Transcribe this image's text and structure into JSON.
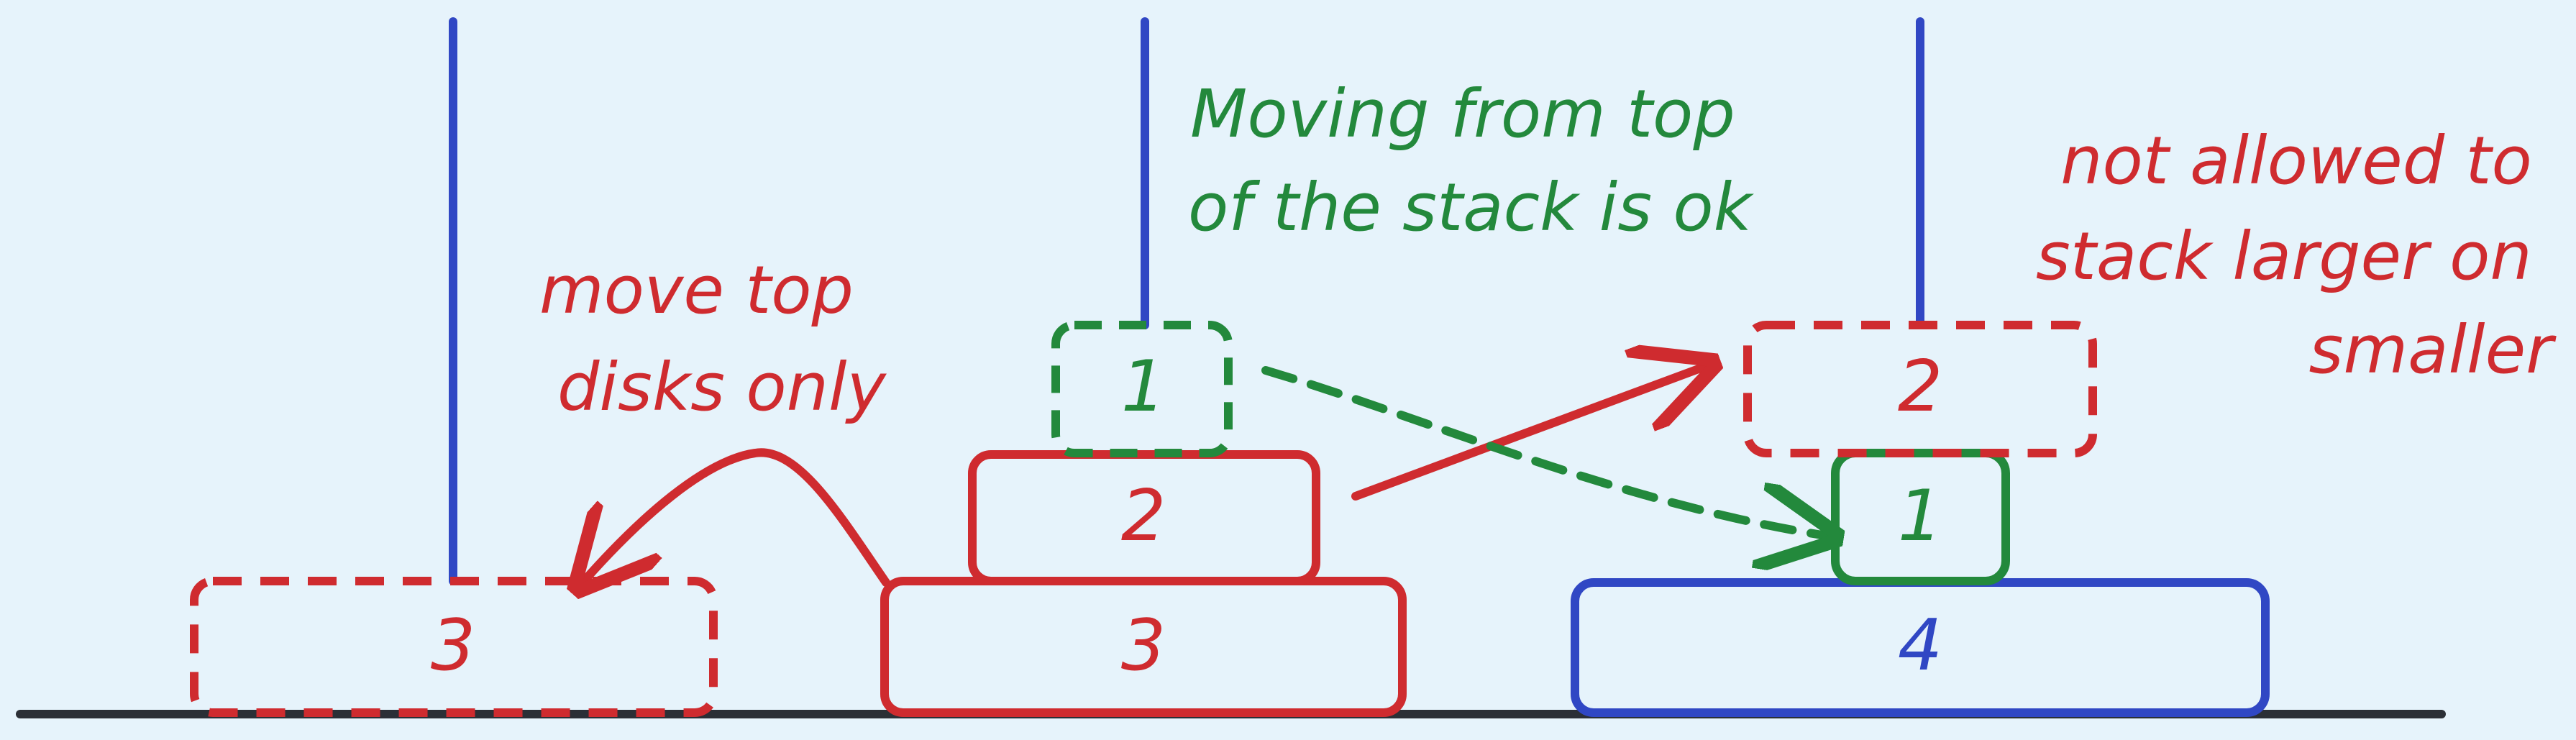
{
  "colors": {
    "background": "#e6f3fb",
    "peg": "#3047c4",
    "floor": "#2b2f36",
    "invalid": "#cf2b2f",
    "valid": "#23893c",
    "blue_disk": "#3047c4"
  },
  "disks": {
    "left_ghost": "3",
    "middle_top_ghost": "1",
    "middle_mid": "2",
    "middle_bottom": "3",
    "right_ghost": "2",
    "right_top": "1",
    "right_bottom": "4"
  },
  "notes": {
    "top_only": [
      "move top",
      "disks only"
    ],
    "moving_ok": [
      "Moving from top",
      "of the stack is ok"
    ],
    "not_allowed": [
      "not allowed to",
      "stack larger on",
      "smaller"
    ]
  }
}
